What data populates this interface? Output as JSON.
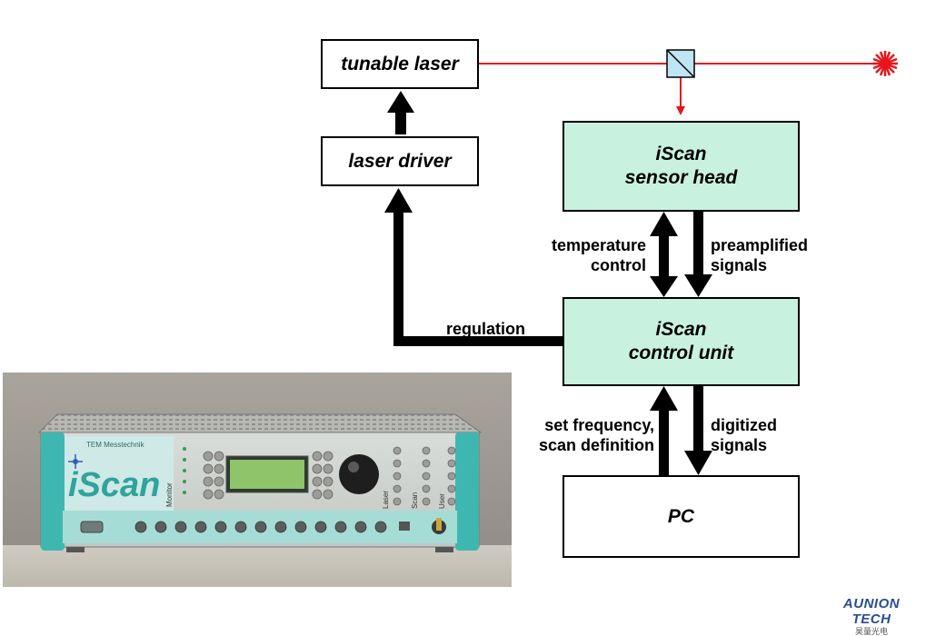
{
  "nodes": {
    "tunable_laser": "tunable laser",
    "laser_driver": "laser driver",
    "sensor_head_line1": "iScan",
    "sensor_head_line2": "sensor head",
    "control_unit_line1": "iScan",
    "control_unit_line2": "control unit",
    "pc": "PC"
  },
  "edge_labels": {
    "temperature_line1": "temperature",
    "temperature_line2": "control",
    "preamplified_line1": "preamplified",
    "preamplified_line2": "signals",
    "regulation": "regulation",
    "set_frequency_line1": "set frequency,",
    "set_frequency_line2": "scan definition",
    "digitized_line1": "digitized",
    "digitized_line2": "signals"
  },
  "device_photo": {
    "brand": "iScan",
    "maker": "TEM Messtechnik",
    "group_labels": [
      "Monitor",
      "Laser",
      "Scan",
      "User"
    ]
  },
  "logo": {
    "name": "AUNION TECH",
    "sub": "昊量光电"
  },
  "colors": {
    "box_fill": "#c9f1e0",
    "laser_beam": "#e8141b",
    "device_teal": "#3fb7b1"
  }
}
